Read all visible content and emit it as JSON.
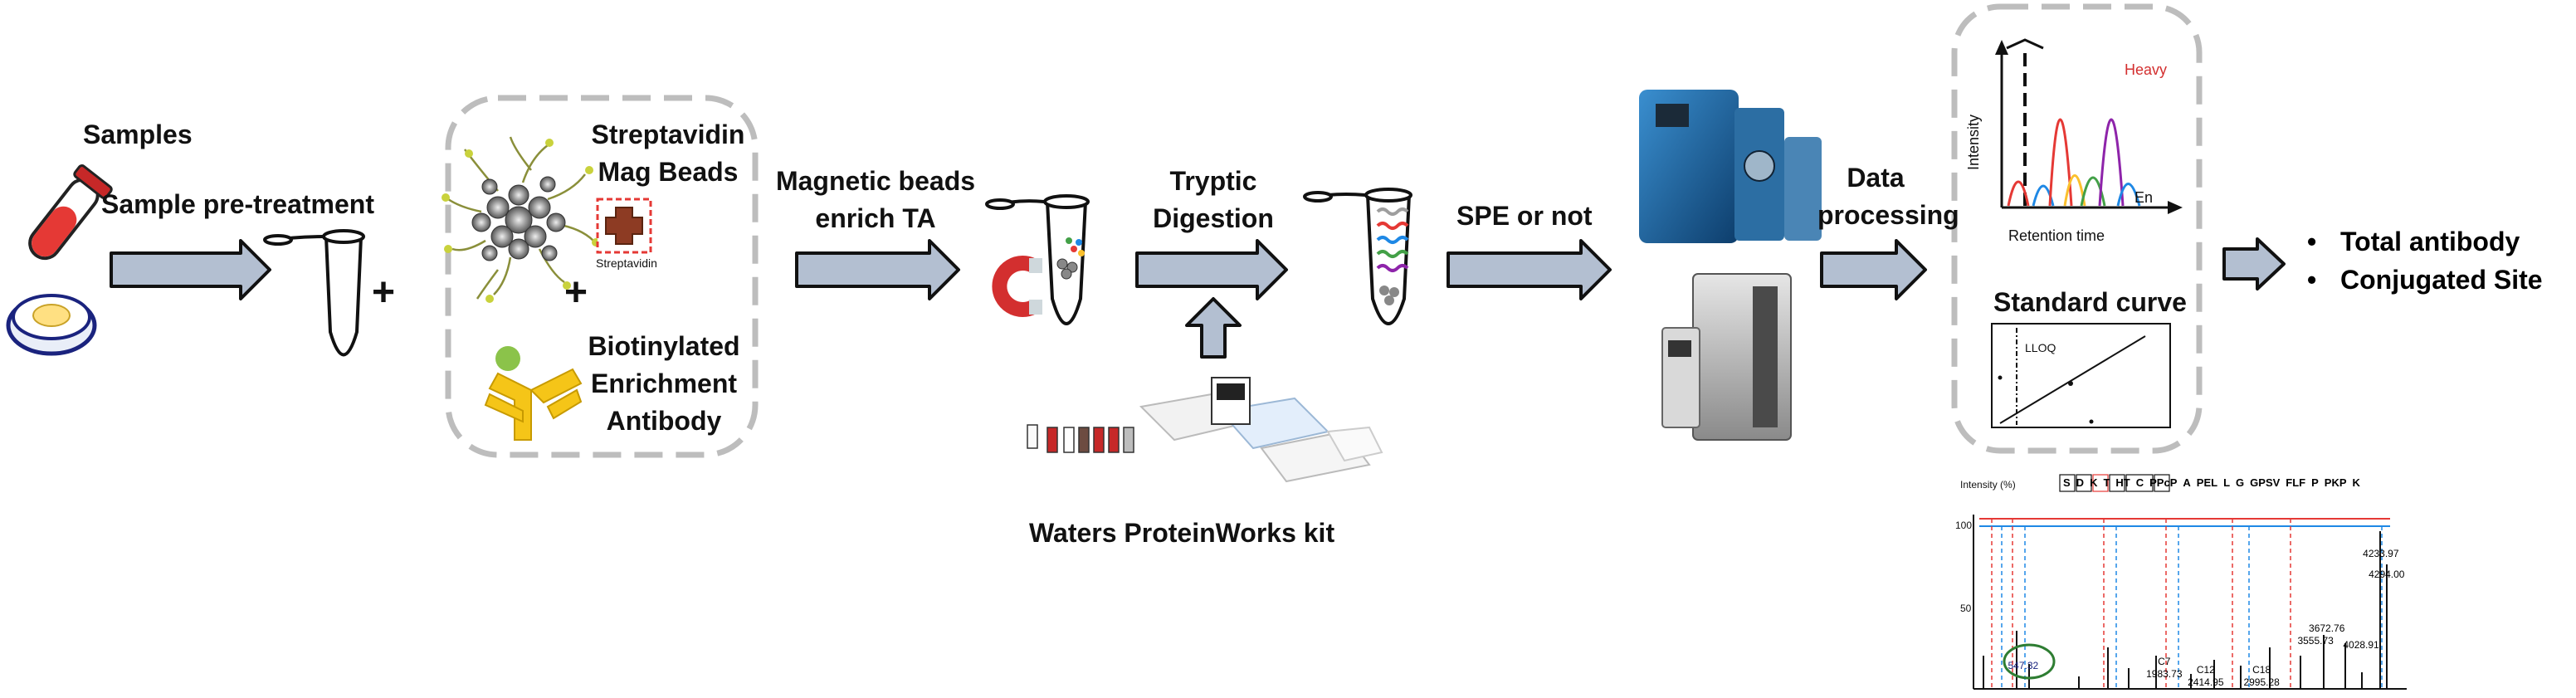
{
  "steps": {
    "samples_label": "Samples",
    "pretreatment_label": "Sample pre-treatment",
    "streptavidin_label": "Streptavidin Mag Beads",
    "streptavidin_small": "Streptavidin",
    "biotinylated_label": "Biotinylated Enrichment Antibody",
    "magnetic_label": "Magnetic beads enrich TA",
    "tryptic_label": "Tryptic Digestion",
    "kit_label": "Waters ProteinWorks kit",
    "spe_label": "SPE or not",
    "data_processing_label": "Data processing",
    "plus": "+"
  },
  "chromatogram": {
    "y_axis_label": "Intensity",
    "x_axis_label": "Retention time",
    "heavy_label": "Heavy",
    "en_label": "En"
  },
  "standard_curve": {
    "title": "Standard curve",
    "lloq_label": "LLOQ"
  },
  "outputs": [
    "Total antibody",
    "Conjugated Site"
  ],
  "spectrum": {
    "y_label": "Intensity (%)",
    "sequence": [
      "S",
      "D",
      "K",
      "T",
      "HT",
      "C",
      "PPcP",
      "A",
      "PEL",
      "L",
      "G",
      "GPSV",
      "FLF",
      "P",
      "PKP",
      "K"
    ],
    "y_ticks": [
      "100",
      "50"
    ],
    "peaks": [
      {
        "label": "547.32",
        "mz": 547.32
      },
      {
        "label": "C7\n1983.73",
        "mz": 1983.73
      },
      {
        "label": "C12\n2414.95",
        "mz": 2414.95
      },
      {
        "label": "C18\n2995.28",
        "mz": 2995.28
      },
      {
        "label": "3555.73",
        "mz": 3555.73
      },
      {
        "label": "3672.76",
        "mz": 3672.76
      },
      {
        "label": "4028.91",
        "mz": 4028.91
      },
      {
        "label": "4233.97",
        "mz": 4233.97
      },
      {
        "label": "4294.00",
        "mz": 4294.0
      }
    ]
  },
  "colors": {
    "arrow_fill": "#b3bfd1",
    "arrow_stroke": "#111111",
    "dashed_box": "#bdbdbd",
    "tube_cap": "#c62828",
    "heavy": "#d32f2f"
  }
}
